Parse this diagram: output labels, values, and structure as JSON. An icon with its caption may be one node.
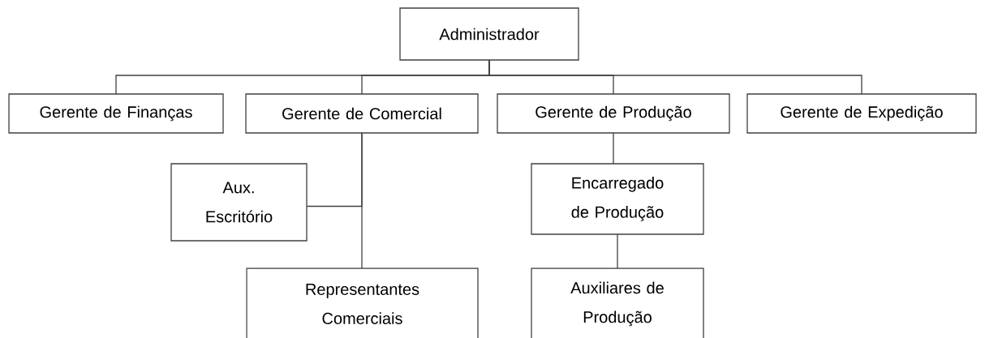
{
  "diagram": {
    "nodes": [
      {
        "text": [
          "Administrador"
        ]
      },
      {
        "text": [
          "Gerente de Finanças"
        ]
      },
      {
        "text": [
          "Gerente de Comercial"
        ]
      },
      {
        "text": [
          "Gerente de Produção"
        ]
      },
      {
        "text": [
          "Gerente de Expedição"
        ]
      },
      {
        "text": [
          "Aux. Escritório"
        ]
      },
      {
        "text": [
          "Encarregado de Produção"
        ]
      },
      {
        "text": [
          "Representantes Comerciais"
        ]
      },
      {
        "text": [
          "Auxiliares de Produção"
        ]
      }
    ],
    "edges": [
      {
        "from": 0,
        "to": 1,
        "arrow": "none"
      },
      {
        "from": 0,
        "to": 2,
        "arrow": "none"
      },
      {
        "from": 0,
        "to": 3,
        "arrow": "none"
      },
      {
        "from": 0,
        "to": 4,
        "arrow": "none"
      },
      {
        "from": 2,
        "to": 5,
        "arrow": "none"
      },
      {
        "from": 2,
        "to": 7,
        "arrow": "none"
      },
      {
        "from": 3,
        "to": 6,
        "arrow": "none"
      },
      {
        "from": 6,
        "to": 8,
        "arrow": "none"
      }
    ]
  }
}
